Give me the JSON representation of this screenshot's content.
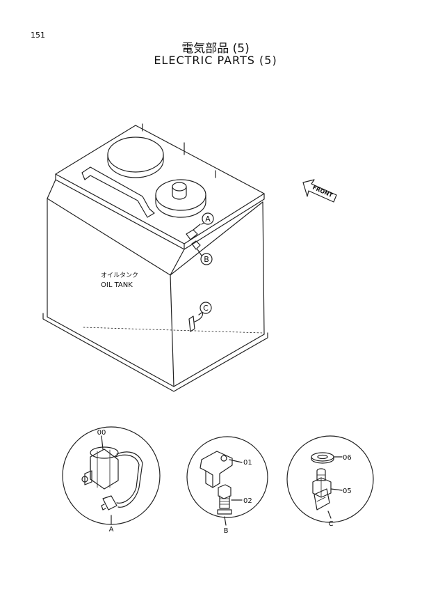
{
  "page_number": "151",
  "title_jp": "電気部品 (5)",
  "title_en": "ELECTRIC  PARTS  (5)",
  "tank_label_jp": "オイルタンク",
  "tank_label_en": "OIL  TANK",
  "front_label": "FRONT",
  "callouts": {
    "a": "A",
    "b": "B",
    "c": "C"
  },
  "detail_a": {
    "part": "00",
    "letter": "A"
  },
  "detail_b": {
    "part_top": "01",
    "part_bottom": "02",
    "letter": "B"
  },
  "detail_c": {
    "part_top": "06",
    "part_bottom": "05",
    "letter": "C"
  }
}
